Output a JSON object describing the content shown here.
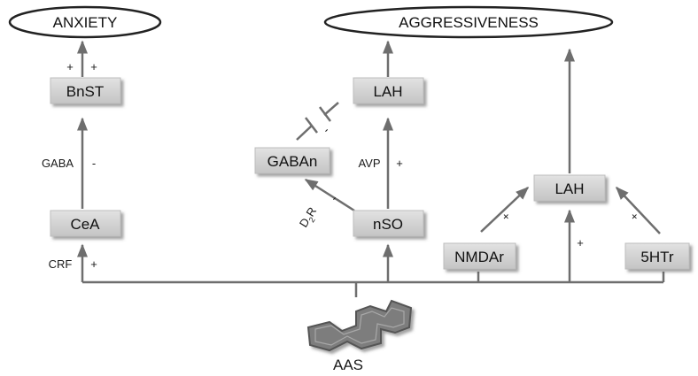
{
  "outcomes": {
    "anxiety": "ANXIETY",
    "aggressiveness": "AGGRESSIVENESS"
  },
  "nodes": {
    "bnst": "BnST",
    "cea": "CeA",
    "lah_top": "LAH",
    "gabaa": "GABAn",
    "nso": "nSO",
    "lah_right": "LAH",
    "nmdar": "NMDAr",
    "htr": "5HTr"
  },
  "labels": {
    "plus_left_bnst": "+",
    "plus_right_bnst": "+",
    "gaba": "GABA",
    "gaba_sign": "-",
    "crf": "CRF",
    "crf_sign": "+",
    "avp": "AVP",
    "avp_sign": "+",
    "d2r_main": "D",
    "d2r_sub": "2",
    "d2r_r": "R",
    "d2r_sign": "-",
    "inhib_sign": "-",
    "nmdar_sign": "+",
    "htr_sign": "+",
    "lah_right_sign": "+"
  },
  "source": {
    "name": "AAS"
  },
  "colors": {
    "node_fill": "#d2d2d2",
    "line": "#6e6e6e",
    "molecule": "#7d7d7d"
  }
}
